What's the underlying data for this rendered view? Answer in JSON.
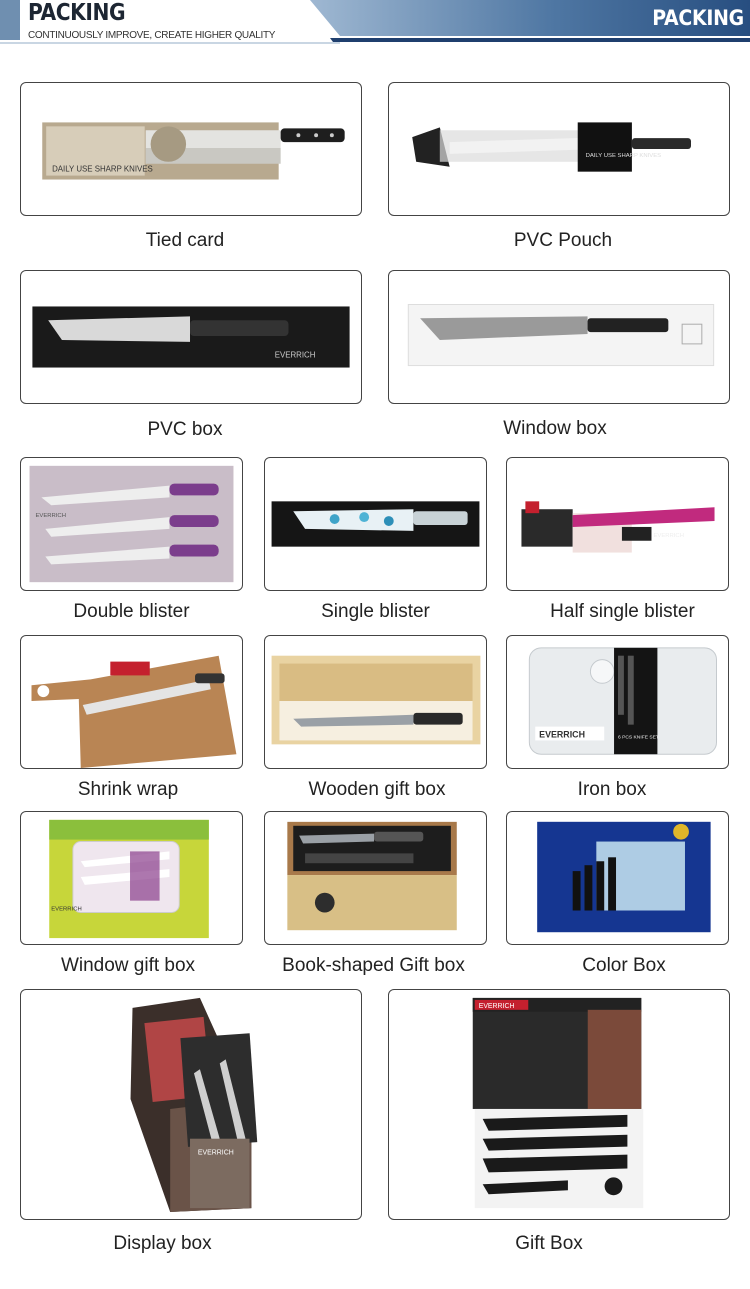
{
  "header": {
    "title": "PACKING",
    "subtitle": "CONTINUOUSLY IMPROVE, CREATE HIGHER QUALITY",
    "right_title": "PACKING"
  },
  "items": [
    {
      "label": "Tied card",
      "print": "DAILY USE SHARP KNIVES"
    },
    {
      "label": "PVC Pouch",
      "print": "DAILY USE SHARP KNIVES"
    },
    {
      "label": "PVC box",
      "print": "EVERRICH"
    },
    {
      "label": "Window box"
    },
    {
      "label": "Double blister",
      "print": "EVERRICH"
    },
    {
      "label": "Single blister"
    },
    {
      "label": "Half single blister",
      "print": "EVERRICH"
    },
    {
      "label": "Shrink wrap"
    },
    {
      "label": "Wooden gift box"
    },
    {
      "label": "Iron box",
      "print": "EVERRICH",
      "print2": "6 PCS KNIFE SET"
    },
    {
      "label": "Window gift box",
      "print": "EVERRICH"
    },
    {
      "label": "Book-shaped Gift box"
    },
    {
      "label": "Color Box"
    },
    {
      "label": "Display box",
      "print": "EVERRICH"
    },
    {
      "label": "Gift Box",
      "print": "EVERRICH"
    }
  ]
}
